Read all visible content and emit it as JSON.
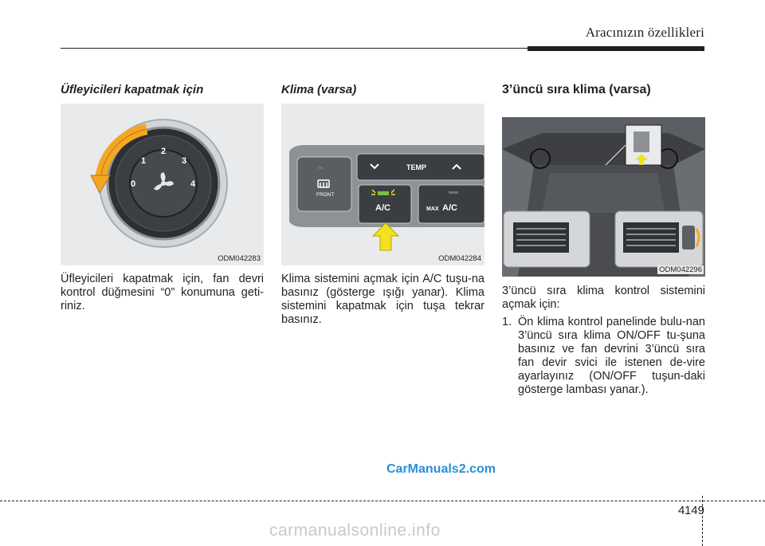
{
  "header": {
    "title": "Aracınızın özellikleri"
  },
  "sections": [
    {
      "title": "Üfleyicileri kapatmak için",
      "image_code": "ODM042283",
      "dial_labels": [
        "0",
        "1",
        "2",
        "3",
        "4"
      ],
      "body": "Üfleyicileri kapatmak için, fan devri kontrol düğmesini “0” konumuna geti-riniz."
    },
    {
      "title": "Klima (varsa)",
      "image_code": "ODM042284",
      "panel_labels": {
        "temp": "TEMP",
        "front": "FRONT",
        "ac": "A/C",
        "max": "MAX",
        "max_ac": "A/C"
      },
      "body": "Klima sistemini açmak için A/C tuşu-na basınız (gösterge ışığı yanar). Klima sistemini kapatmak için tuşa tekrar basınız."
    },
    {
      "title": "3’üncü sıra klima (varsa)",
      "image_code": "ODM042296",
      "intro": "3’üncü sıra klima kontrol sistemini açmak için:",
      "steps": [
        {
          "num": "1.",
          "text": "Ön klima kontrol panelinde bulu-nan 3’üncü sıra klima ON/OFF tu-şuna basınız ve fan devrini 3’üncü sıra fan devir svici ile istenen de-vire ayarlayınız (ON/OFF tuşun-daki gösterge lambası yanar.)."
        }
      ]
    }
  ],
  "watermark": "CarManuals2.com",
  "footer": {
    "chapter": "4",
    "page": "149",
    "bottom_mark": "carmanualsonline.info"
  },
  "colors": {
    "arrow_orange": "#f5a623",
    "arrow_yellow": "#f2e11e",
    "indicator_green": "#7ac143",
    "watermark_blue": "#2a8fd6"
  }
}
